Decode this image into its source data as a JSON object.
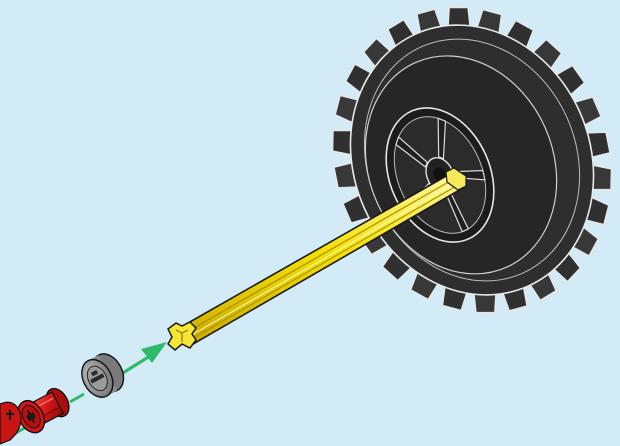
{
  "instruction_step": {
    "background_color": "#d3ebf7",
    "parts": [
      {
        "part": "tyre",
        "icon": "tyre-icon",
        "color": "#2b2b2b"
      },
      {
        "part": "rim",
        "icon": "rim-icon",
        "color": "#242424"
      },
      {
        "part": "axle",
        "icon": "axle-icon",
        "color": "#f3e100"
      },
      {
        "part": "bush",
        "icon": "bush-icon",
        "color": "#8c8c8c"
      },
      {
        "part": "connector-peg",
        "icon": "peg-icon",
        "color": "#d81818"
      }
    ],
    "arrow": {
      "icon": "assembly-arrow-icon",
      "color": "#2dbb6a"
    }
  }
}
